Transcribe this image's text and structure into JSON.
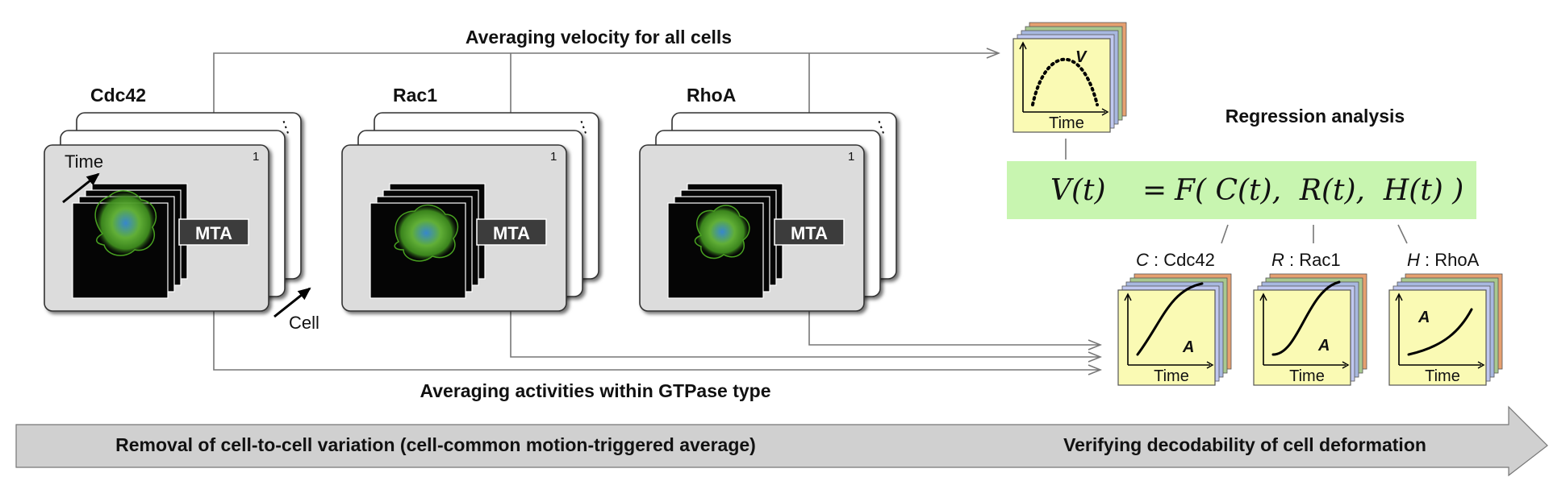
{
  "labels": {
    "top_flow": "Averaging velocity for all cells",
    "bottom_flow": "Averaging activities within GTPase type",
    "regression": "Regression analysis",
    "time_axis": "Time",
    "cell_axis": "Cell",
    "stack_index": "1",
    "stack_more": "⋮"
  },
  "stacks": [
    {
      "title": "Cdc42",
      "mta": "MTA"
    },
    {
      "title": "Rac1",
      "mta": "MTA"
    },
    {
      "title": "RhoA",
      "mta": "MTA"
    }
  ],
  "velocity_plot": {
    "curve_label": "V",
    "axis": "Time"
  },
  "equation": {
    "lhs": "V(t)",
    "eq": "=",
    "rhs": "F( C(t),  R(t),  H(t) )",
    "bg_color": "#c8f5b0"
  },
  "activity_plots": [
    {
      "var": "C",
      "name": " : Cdc42",
      "curve_label": "A",
      "axis": "Time"
    },
    {
      "var": "R",
      "name": " : Rac1",
      "curve_label": "A",
      "axis": "Time"
    },
    {
      "var": "H",
      "name": " : RhoA",
      "curve_label": "A",
      "axis": "Time"
    }
  ],
  "banner": {
    "left": "Removal of cell-to-cell variation (cell-common motion-triggered average)",
    "right": "Verifying decodability of cell deformation"
  },
  "colors": {
    "plot_fill": "#fafab4",
    "stack_colors": [
      "#e6a070",
      "#a8c890",
      "#a8b8e0",
      "#c0c8f0"
    ],
    "card_fill": "#dcdcdc",
    "mta_box": "#3c3c3c",
    "banner_fill": "#d0d0d0"
  }
}
